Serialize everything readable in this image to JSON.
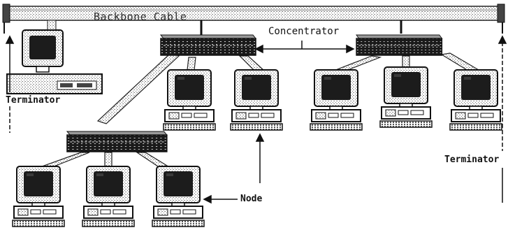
{
  "diagram": {
    "labels": {
      "backbone_cable": "Backbone Cable",
      "concentrator": "Concentrator",
      "terminator_left": "Terminator",
      "terminator_right": "Terminator",
      "node": "Node"
    }
  },
  "colors": {
    "ink": "#111111",
    "cable_fill": "#c8c8c8",
    "screen": "#1c1c1c",
    "casing": "#ffffff",
    "stipple": "#8a8a8a"
  },
  "icons": [
    "workstation-icon",
    "concentrator-hub-icon",
    "terminator-cap-icon"
  ]
}
